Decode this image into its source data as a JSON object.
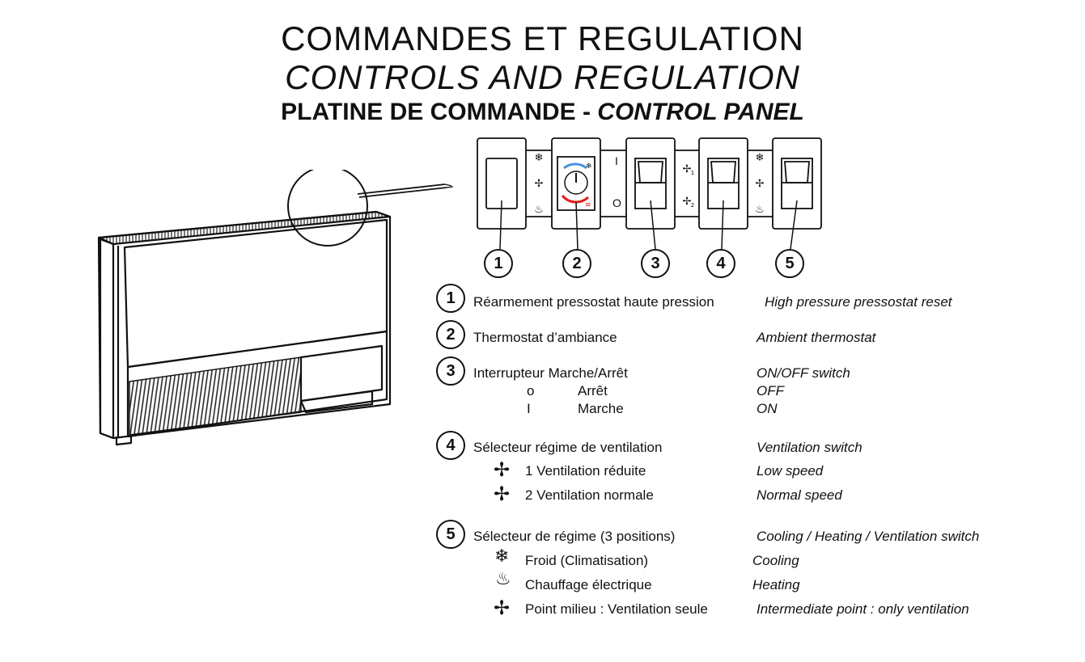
{
  "header": {
    "title_fr": "COMMANDES ET REGULATION",
    "title_en": "CONTROLS AND REGULATION",
    "subtitle_fr": "PLATINE DE COMMANDE",
    "subtitle_sep": " - ",
    "subtitle_en": "CONTROL PANEL"
  },
  "panel": {
    "callouts": [
      "1",
      "2",
      "3",
      "4",
      "5"
    ],
    "switch3_on": "I",
    "switch3_off": "O"
  },
  "legend": [
    {
      "num": "1",
      "fr": "Réarmement pressostat haute pression",
      "en": "High pressure pressostat reset"
    },
    {
      "num": "2",
      "fr": "Thermostat d’ambiance",
      "en": "Ambient thermostat"
    },
    {
      "num": "3",
      "fr": "Interrupteur Marche/Arrêt",
      "en": "ON/OFF  switch",
      "sub": [
        {
          "sym": "o",
          "fr": "Arrêt",
          "en": "OFF"
        },
        {
          "sym": "I",
          "fr": "Marche",
          "en": "ON"
        }
      ]
    },
    {
      "num": "4",
      "fr": "Sélecteur régime de ventilation",
      "en": "Ventilation switch",
      "sub": [
        {
          "icon": "fan-icon",
          "fr": "1 Ventilation réduite",
          "en": "Low speed"
        },
        {
          "icon": "fan-icon",
          "fr": "2  Ventilation normale",
          "en": "Normal speed"
        }
      ]
    },
    {
      "num": "5",
      "fr": "Sélecteur de régime (3 positions)",
      "en": "Cooling / Heating / Ventilation switch",
      "sub": [
        {
          "icon": "snowflake-icon",
          "fr": "Froid (Climatisation)",
          "en": "Cooling"
        },
        {
          "icon": "heating-icon",
          "fr": "Chauffage électrique",
          "en": "Heating"
        },
        {
          "icon": "fan-icon",
          "fr": "Point milieu : Ventilation seule",
          "en": "Intermediate point : only ventilation"
        }
      ]
    }
  ],
  "colors": {
    "thermostat_cold": "#4a90e2",
    "thermostat_hot": "#e02020",
    "ink": "#111111"
  }
}
